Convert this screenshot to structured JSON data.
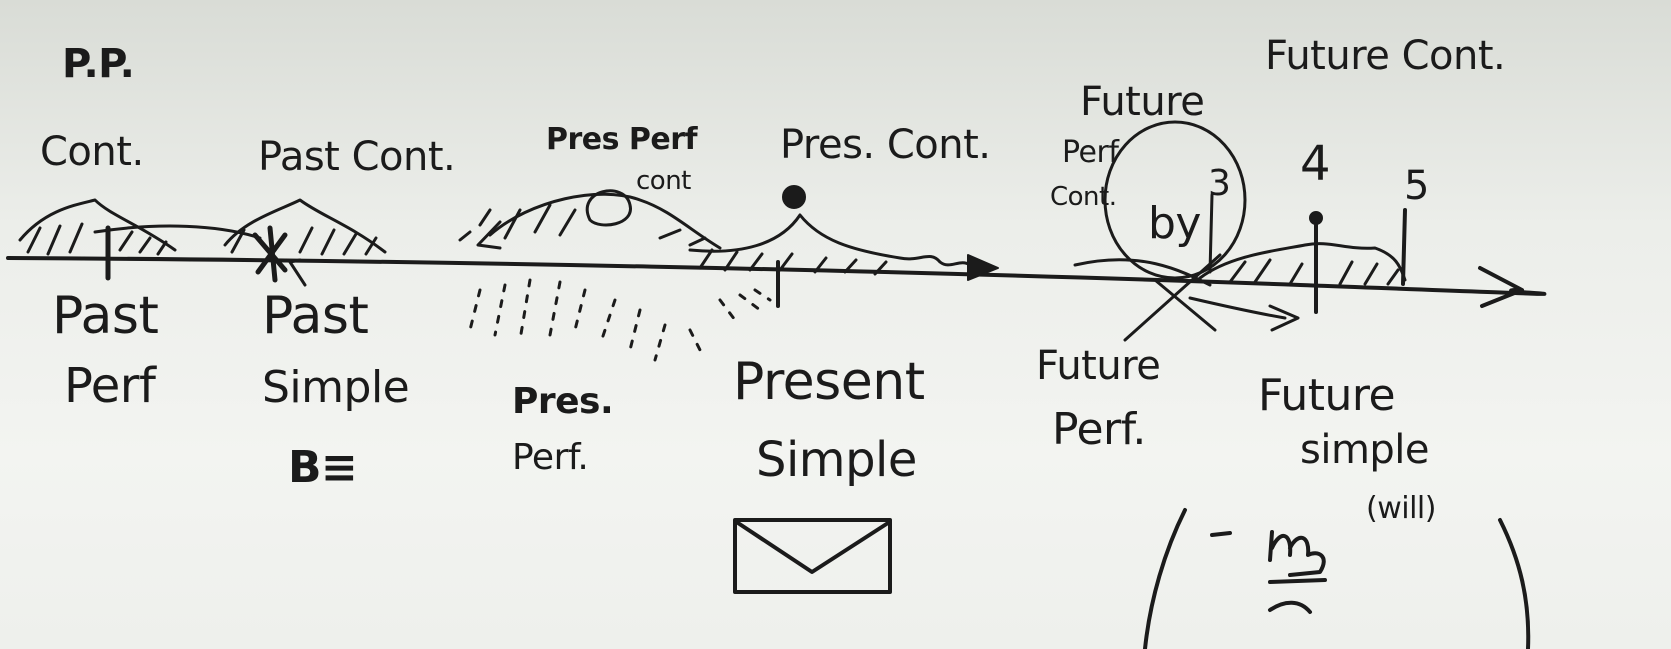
{
  "labels": {
    "pp_cont_1": "P.P.",
    "pp_cont_2": "Cont.",
    "past_cont": "Past Cont.",
    "pres_perf_cont_1": "Pres Perf",
    "pres_perf_cont_2": "cont",
    "pres_cont": "Pres. Cont.",
    "future_perf_cont_1": "Future",
    "future_perf_cont_2": "Perf",
    "future_perf_cont_3": "Cont.",
    "future_cont": "Future Cont.",
    "by": "by",
    "num_3": "3",
    "num_4": "4",
    "num_5": "5",
    "past_perf_1": "Past",
    "past_perf_2": "Perf",
    "past_simple_1": "Past",
    "past_simple_2": "Simple",
    "pres_perf_1": "Pres.",
    "pres_perf_2": "Perf.",
    "present_simple_1": "Present",
    "present_simple_2": "Simple",
    "future_perf_1": "Future",
    "future_perf_2": "Perf.",
    "future_simple_1": "Future",
    "future_simple_2": "simple",
    "future_simple_3": "(will)"
  },
  "icons": {
    "past_simple_symbol": "B≡",
    "present_simple_symbol": "envelope-icon",
    "future_simple_symbol": "hand-icon"
  },
  "colors": {
    "ink": "#1b1b1b",
    "board": "#eceeea"
  }
}
